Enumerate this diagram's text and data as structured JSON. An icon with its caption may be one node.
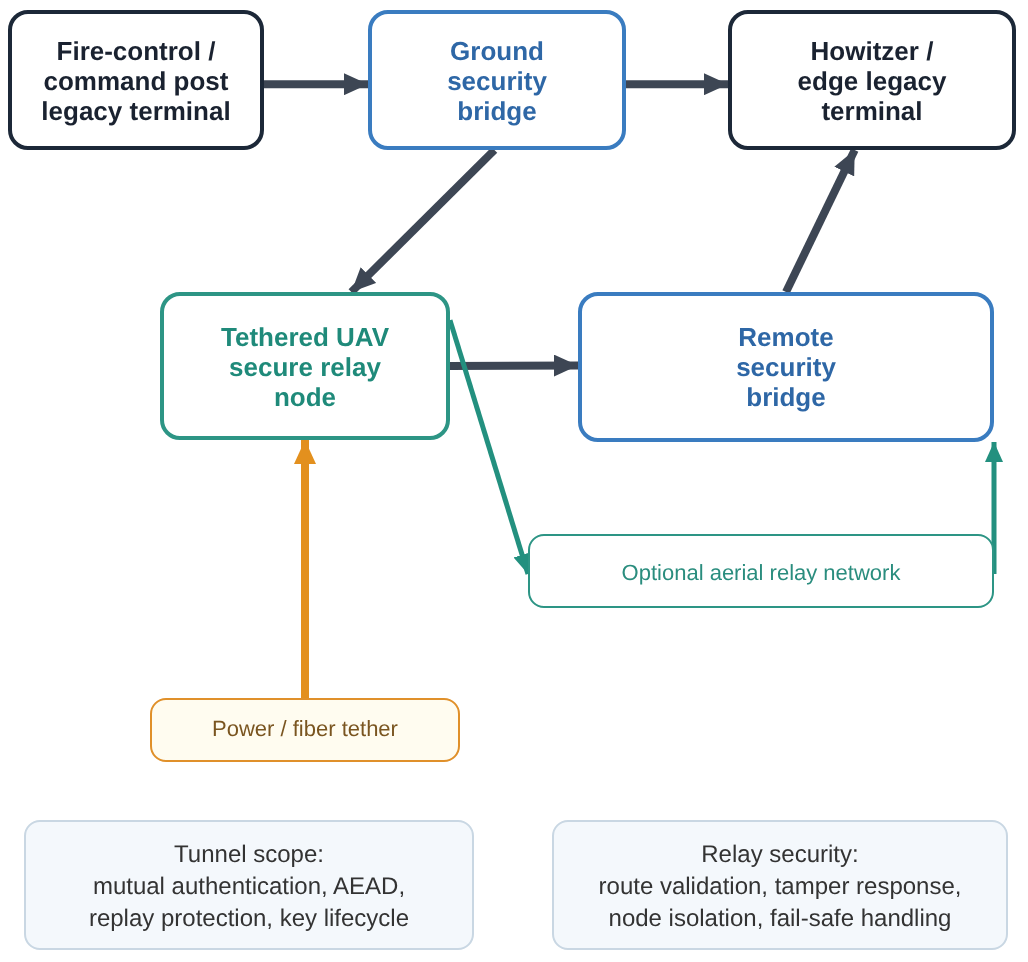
{
  "diagram": {
    "nodes": [
      {
        "text": [
          "Fire-control / command post legacy terminal"
        ]
      },
      {
        "text": [
          "Ground security bridge"
        ]
      },
      {
        "text": [
          "Howitzer / edge legacy terminal"
        ]
      },
      {
        "text": [
          "Tethered UAV secure relay node"
        ]
      },
      {
        "text": [
          "Remote security bridge"
        ]
      },
      {
        "text": [
          "Optional aerial relay network"
        ]
      },
      {
        "text": [
          "Power / fiber tether"
        ]
      },
      {
        "text": [
          "Tunnel scope:",
          "mutual authentication, AEAD, replay protection, key lifecycle"
        ]
      },
      {
        "text": [
          "Relay security:",
          "route validation, tamper response, node isolation, fail-safe handling"
        ]
      }
    ],
    "edges": [
      {
        "from": 0,
        "to": 1,
        "arrow": "to"
      },
      {
        "from": 1,
        "to": 2,
        "arrow": "to"
      },
      {
        "from": 1,
        "to": 3,
        "arrow": "to"
      },
      {
        "from": 4,
        "to": 2,
        "arrow": "to"
      },
      {
        "from": 3,
        "to": 4,
        "arrow": "to"
      },
      {
        "from": 3,
        "to": 5,
        "arrow": "to",
        "color": "#23907f"
      },
      {
        "from": 5,
        "to": 4,
        "arrow": "to",
        "color": "#23907f"
      },
      {
        "from": 6,
        "to": 3,
        "arrow": "to",
        "color": "#e3901e"
      }
    ]
  }
}
